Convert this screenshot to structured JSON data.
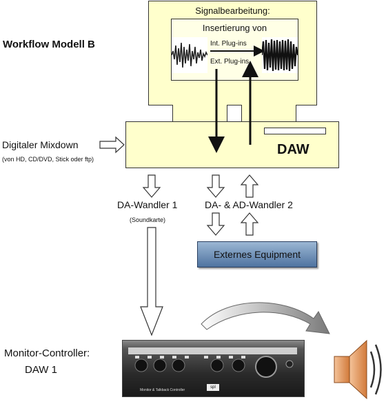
{
  "diagram": {
    "title": "Workflow Modell B",
    "computer": {
      "monitor_title": "Signalbearbeitung:",
      "insert_title": "Insertierung von",
      "int_plugins": "Int. Plug-ins",
      "ext_plugins": "Ext. Plug-ins",
      "daw_label": "DAW"
    },
    "mixdown": {
      "label": "Digitaler Mixdown",
      "sub": "(von HD, CD/DVD, Stick oder ftp)"
    },
    "da1": {
      "label": "DA-Wandler 1",
      "sub": "(Soundkarte)"
    },
    "da2": {
      "label": "DA- & AD-Wandler 2"
    },
    "external": {
      "label": "Externes Equipment"
    },
    "monitor_controller": {
      "label": "Monitor-Controller:",
      "sub": "DAW 1"
    },
    "device": {
      "name": "Monitor & Talkback Controller",
      "logo": "spl"
    }
  }
}
